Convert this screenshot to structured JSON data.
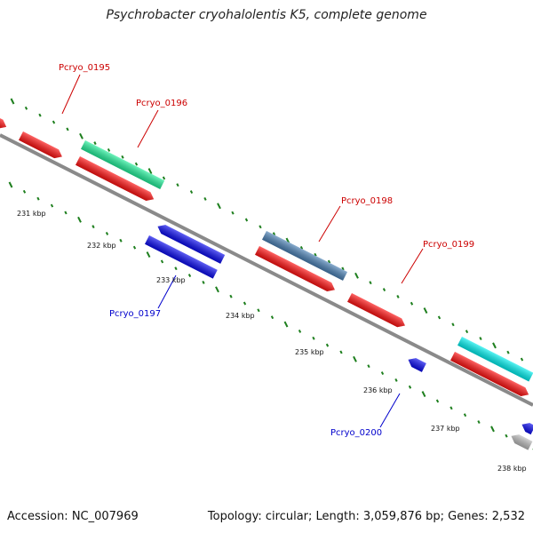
{
  "title": "Psychrobacter cryohalolentis K5, complete genome",
  "footer": {
    "accession": "Accession: NC_007969",
    "topology": "Topology: circular; Length: 3,059,876 bp; Genes: 2,532"
  },
  "colors": {
    "backbone": "#8a8a8a",
    "tick": "#1e7f1e",
    "forward_label": "#cc0000",
    "reverse_label": "#0000cc"
  },
  "scale_labels": [
    "231 kbp",
    "232 kbp",
    "233 kbp",
    "234 kbp",
    "235 kbp",
    "236 kbp",
    "237 kbp",
    "238 kbp"
  ],
  "gene_labels": [
    {
      "id": "g195",
      "text": "Pcryo_0195",
      "strand": "forward"
    },
    {
      "id": "g196",
      "text": "Pcryo_0196",
      "strand": "forward"
    },
    {
      "id": "g198",
      "text": "Pcryo_0198",
      "strand": "forward"
    },
    {
      "id": "g199",
      "text": "Pcryo_0199",
      "strand": "forward"
    },
    {
      "id": "g197",
      "text": "Pcryo_0197",
      "strand": "reverse"
    },
    {
      "id": "g200",
      "text": "Pcryo_0200",
      "strand": "reverse"
    }
  ],
  "features": [
    {
      "id": "f-red-a",
      "color": "#ff1111",
      "track": "cds-forward"
    },
    {
      "id": "f-red-b",
      "color": "#ff1111",
      "track": "cds-forward"
    },
    {
      "id": "f-red-c",
      "color": "#ff1111",
      "track": "cds-forward"
    },
    {
      "id": "f-red-d",
      "color": "#ff1111",
      "track": "cds-forward"
    },
    {
      "id": "f-red-e",
      "color": "#ff1111",
      "track": "cds-forward"
    },
    {
      "id": "f-red-f",
      "color": "#ff1111",
      "track": "cds-forward"
    },
    {
      "id": "f-cog-a",
      "color": "#22ee99",
      "track": "cog-forward"
    },
    {
      "id": "f-cog-b",
      "color": "#4a80b4",
      "track": "cog-forward"
    },
    {
      "id": "f-cog-c",
      "color": "#00eeee",
      "track": "cog-forward"
    },
    {
      "id": "f-blue-a",
      "color": "#0a0aee",
      "track": "cds-reverse"
    },
    {
      "id": "f-blue-b",
      "color": "#0a0aee",
      "track": "cds-reverse"
    },
    {
      "id": "f-blue-c",
      "color": "#0a0aee",
      "track": "cds-reverse"
    },
    {
      "id": "f-blue-d",
      "color": "#0a0aee",
      "track": "cds-reverse"
    },
    {
      "id": "f-grey-a",
      "color": "#bbbbbb",
      "track": "cog-reverse"
    }
  ]
}
